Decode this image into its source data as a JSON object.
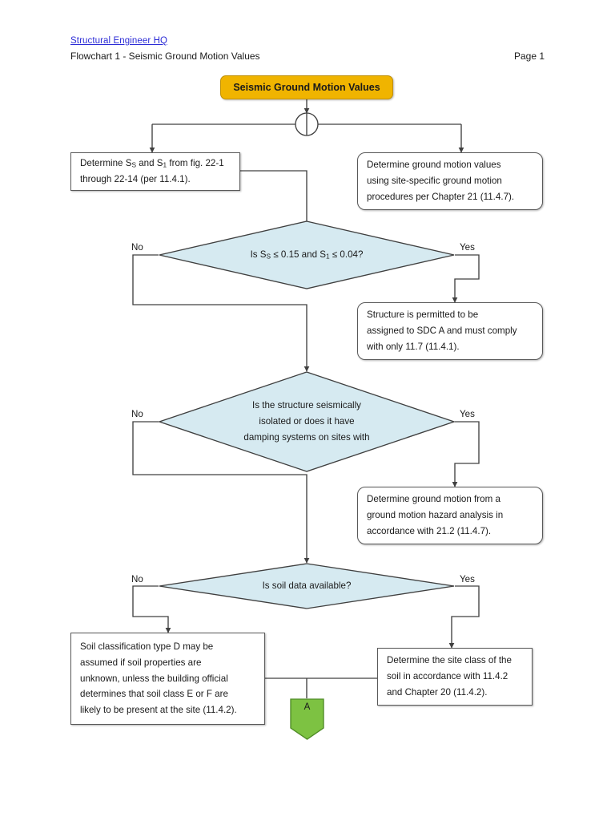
{
  "header": {
    "site_link": "Structural Engineer HQ",
    "title": "Flowchart 1 - Seismic Ground Motion Values",
    "page_label": "Page 1"
  },
  "colors": {
    "title_fill": "#F0B400",
    "title_stroke": "#C08F00",
    "decision_fill": "#D6EAF1",
    "decision_stroke": "#3F3F3F",
    "process_stroke": "#595959",
    "offpage_fill": "#7DC242",
    "offpage_stroke": "#4E8B26",
    "connector_stroke": "#404040",
    "link_color": "#2c2cd6"
  },
  "nodes": {
    "title": {
      "label": "Seismic Ground Motion Values",
      "shape": "rounded-rectangle"
    },
    "determine_ss_s1": {
      "line1_pre": "Determine S",
      "line1_sub1": "S",
      "line1_mid": " and S",
      "line1_sub2": "1",
      "line1_post": " from fig. 22-1",
      "line2": "through 22-14 (per 11.4.1).",
      "shape": "rectangle"
    },
    "site_specific": {
      "line1": "Determine ground motion values",
      "line2": "using site-specific ground motion",
      "line3": "procedures per Chapter 21 (11.4.7).",
      "shape": "rounded-rectangle"
    },
    "decision_ss": {
      "text_pre": "Is S",
      "sub1": "S",
      "text_mid": " ≤ 0.15 and S",
      "sub2": "1",
      "text_post": " ≤ 0.04?",
      "no_label": "No",
      "yes_label": "Yes",
      "shape": "diamond"
    },
    "sdc_a": {
      "line1": "Structure is permitted to be",
      "line2": "assigned to SDC A and must comply",
      "line3": "with only 11.7 (11.4.1).",
      "shape": "rounded-rectangle"
    },
    "decision_isolated": {
      "line1": "Is the structure seismically",
      "line2": "isolated or does it have",
      "line3": "damping systems on sites with",
      "no_label": "No",
      "yes_label": "Yes",
      "shape": "diamond"
    },
    "hazard_analysis": {
      "line1": "Determine ground motion from a",
      "line2": "ground motion hazard analysis in",
      "line3": "accordance with 21.2 (11.4.7).",
      "shape": "rounded-rectangle"
    },
    "decision_soil": {
      "text": "Is soil data available?",
      "no_label": "No",
      "yes_label": "Yes",
      "shape": "diamond"
    },
    "soil_class_d": {
      "line1": "Soil classification type D may be",
      "line2": "assumed if soil properties are",
      "line3": "unknown, unless the building official",
      "line4": "determines that soil class E or F are",
      "line5": "likely to be present at the site (11.4.2).",
      "shape": "rectangle"
    },
    "site_class": {
      "line1": "Determine the site class of the",
      "line2": "soil in accordance with 11.4.2",
      "line3": "and Chapter 20 (11.4.2).",
      "shape": "rectangle"
    },
    "offpage_a": {
      "label": "A",
      "shape": "off-page-connector"
    }
  }
}
